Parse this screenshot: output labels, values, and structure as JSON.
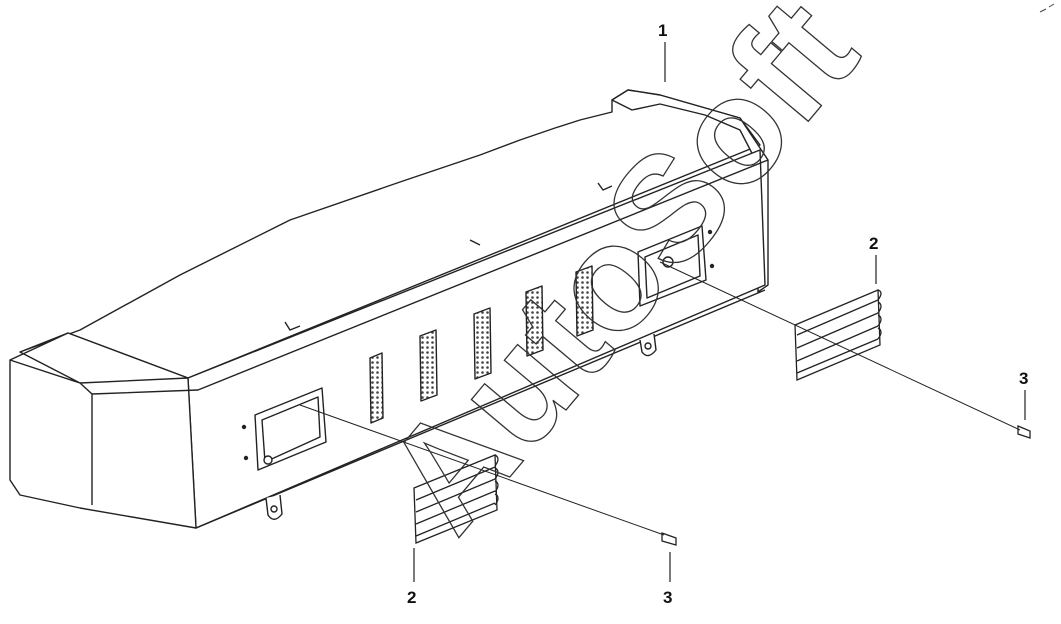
{
  "diagram": {
    "callouts": [
      {
        "id": "callout-1",
        "text": "1"
      },
      {
        "id": "callout-2-right",
        "text": "2"
      },
      {
        "id": "callout-3-right",
        "text": "3"
      },
      {
        "id": "callout-2-left",
        "text": "2"
      },
      {
        "id": "callout-3-left",
        "text": "3"
      }
    ],
    "watermark": "AutoSoft",
    "colors": {
      "line": "#222222",
      "grille": "#555555",
      "fill": "#ffffff"
    }
  }
}
